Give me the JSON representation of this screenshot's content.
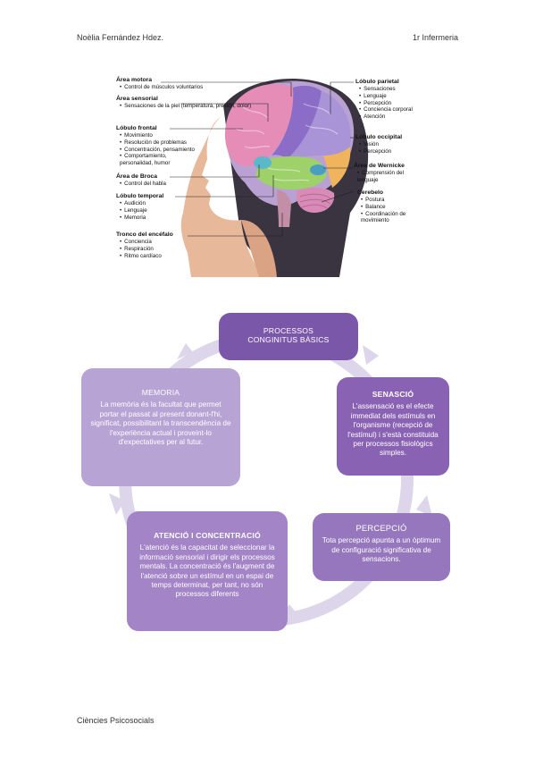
{
  "header": {
    "author": "Noèlia Fernández Hdez.",
    "course": "1r Infermeria"
  },
  "footer": {
    "subject": "Ciències Psicosocials"
  },
  "figure": {
    "left_labels": [
      {
        "title": "Área motora",
        "items": [
          "Control de músculos voluntarios"
        ]
      },
      {
        "title": "Área sensorial",
        "items": [
          "Sensaciones de la piel (temperatura, presión, dolor)"
        ]
      },
      {
        "title": "Lóbulo frontal",
        "items": [
          "Movimiento",
          "Resolución de problemas",
          "Concentración, pensamiento",
          "Comportamiento, personalidad, humor"
        ]
      },
      {
        "title": "Área de Broca",
        "items": [
          "Control del habla"
        ]
      },
      {
        "title": "Lóbulo temporal",
        "items": [
          "Audición",
          "Lenguaje",
          "Memoria"
        ]
      },
      {
        "title": "Tronco del encéfalo",
        "items": [
          "Conciencia",
          "Respiración",
          "Ritmo cardíaco"
        ]
      }
    ],
    "right_labels": [
      {
        "title": "Lóbulo parietal",
        "items": [
          "Sensaciones",
          "Lenguaje",
          "Percepción",
          "Conciencia corporal",
          "Atención"
        ]
      },
      {
        "title": "Lóbulo occipital",
        "items": [
          "Visión",
          "Percepción"
        ]
      },
      {
        "title": "Área de Wernicke",
        "items": [
          "Comprensión del lenguaje"
        ]
      },
      {
        "title": "Cerebelo",
        "items": [
          "Postura",
          "Balance",
          "Coordinación de movimiento"
        ]
      }
    ]
  },
  "cycle": {
    "center": {
      "title": "PROCESSOS CONGINITUS BÀSICS"
    },
    "nodes": [
      {
        "title": "SENASCIÓ",
        "body": "L'assensació es el efecte immediat dels estímuls en l'organisme (recepció de l'estímul) i s'està constituida per processos fisiològics simples."
      },
      {
        "title": "PERCEPCIÓ",
        "body": "Tota percepció apunta a un òptimum de configuració significativa de sensacions."
      },
      {
        "title": "ATENCIÓ I CONCENTRACIÓ",
        "body": "L'atenció és la capacitat de seleccionar la informació sensorial i dirigir els processos mentals. La concentració és l'augment de l'atenció sobre un estímul en un espai de temps determinat, per tant, no són processos diferents"
      },
      {
        "title": "MEMORIA",
        "body": "La memòria és la facultat que permet portar el passat al present donant-l'hi, significat, possibilitant la transcendència de l'experiència actual i proveint-lo d'expectatives per al futur."
      }
    ]
  },
  "colors": {
    "center_box": "#7a57a8",
    "sensacio_box": "#8a62b3",
    "percepcio_box": "#9677bd",
    "atencio_box": "#a384c6",
    "memoria_box": "#b8a3d5",
    "ring": "#ddd5ea"
  }
}
